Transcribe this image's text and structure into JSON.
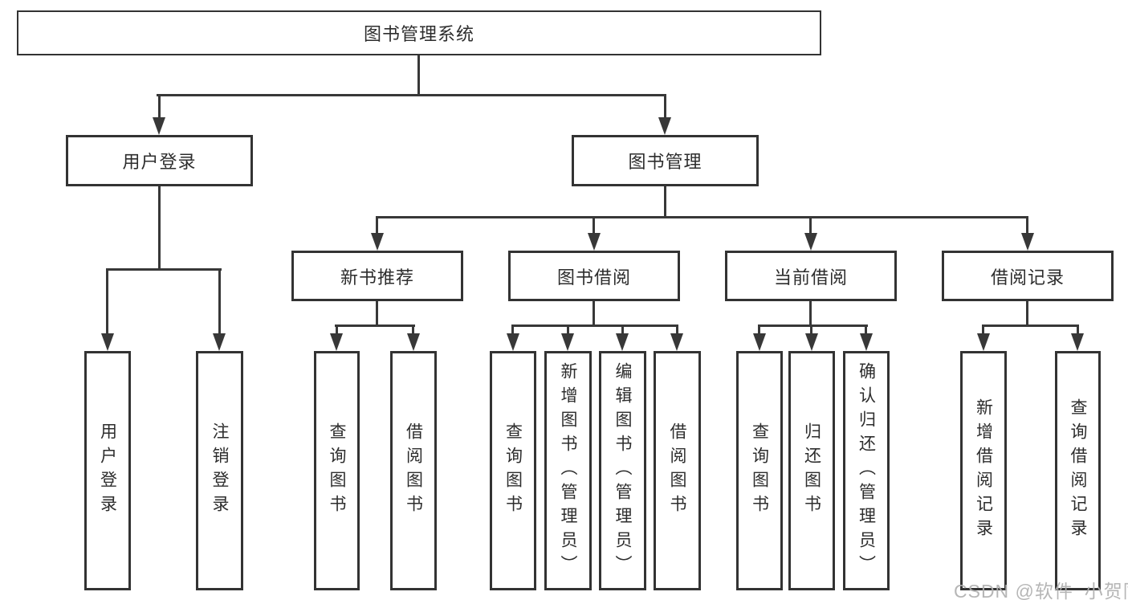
{
  "diagram": {
    "root_label": "图书管理系统",
    "level2": {
      "user_login": "用户登录",
      "book_management": "图书管理"
    },
    "level3": {
      "new_book_recommend": "新书推荐",
      "book_borrowing": "图书借阅",
      "current_borrowing": "当前借阅",
      "borrowing_records": "借阅记录"
    },
    "leaves": {
      "user_login": "用户登录",
      "logout": "注销登录",
      "newbook_query_books": "查询图书",
      "newbook_borrow_books": "借阅图书",
      "borrow_query_books": "查询图书",
      "borrow_add_books_admin": "新增图书（管理员）",
      "borrow_edit_books_admin": "编辑图书（管理员）",
      "borrow_borrow_books": "借阅图书",
      "current_query_books": "查询图书",
      "current_return_books": "归还图书",
      "current_confirm_return_admin": "确认归还（管理员）",
      "records_add_record": "新增借阅记录",
      "records_query_record": "查询借阅记录"
    },
    "watermark": "CSDN @软件_小贺同学",
    "colors": {
      "line": "#383838",
      "border": "#333333",
      "text": "#2d2d2d",
      "watermark": "#b0b0b0",
      "background": "#ffffff"
    }
  }
}
